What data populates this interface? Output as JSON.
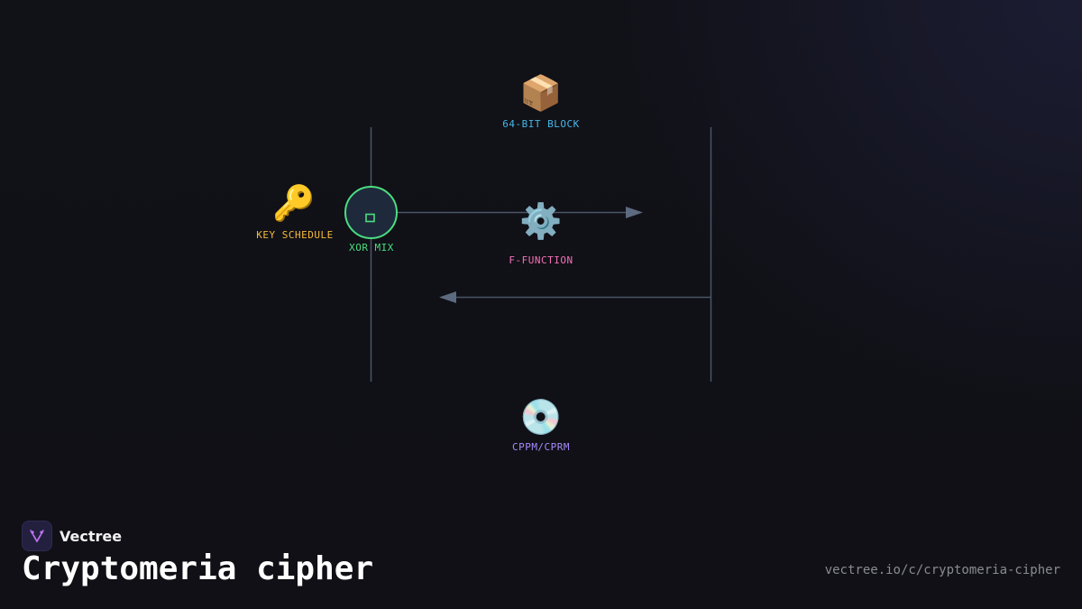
{
  "diagram": {
    "nodes": {
      "block": {
        "label": "64-BIT BLOCK",
        "icon": "package-icon",
        "glyph": "📦",
        "color": "#45b7e8"
      },
      "key": {
        "label": "KEY SCHEDULE",
        "icon": "key-icon",
        "glyph": "🔑",
        "color": "#f5b93a"
      },
      "xor": {
        "label": "XOR MIX",
        "icon": "xor-square-icon",
        "color": "#4ade80"
      },
      "ffunc": {
        "label": "F-FUNCTION",
        "icon": "gear-icon",
        "glyph": "⚙️",
        "color": "#f472b6"
      },
      "cppm": {
        "label": "CPPM/CPRM",
        "icon": "disc-icon",
        "glyph": "💿",
        "color": "#a78bfa"
      }
    },
    "line_color": "#4a5566",
    "arrow_color": "#5c6a80"
  },
  "footer": {
    "brand_name": "Vectree",
    "title": "Cryptomeria cipher",
    "url": "vectree.io/c/cryptomeria-cipher"
  }
}
